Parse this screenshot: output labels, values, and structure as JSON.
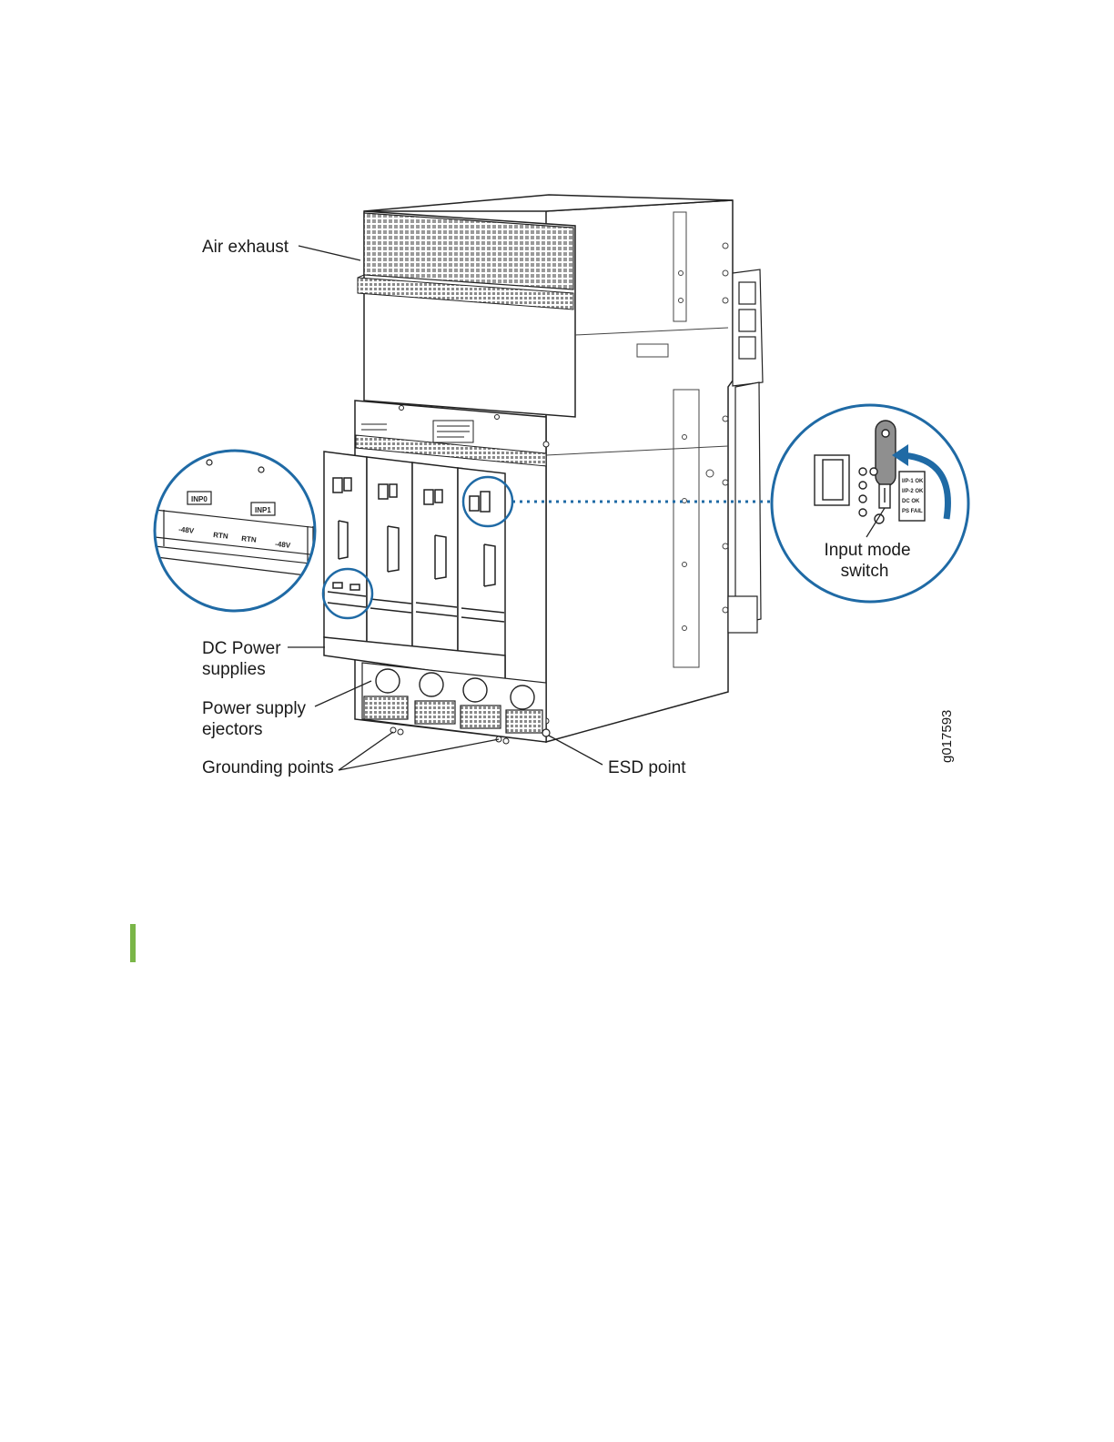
{
  "diagram": {
    "callouts": {
      "air_exhaust": "Air exhaust",
      "dc_power_line1": "DC Power",
      "dc_power_line2": "supplies",
      "ejectors_line1": "Power supply",
      "ejectors_line2": "ejectors",
      "grounding": "Grounding points",
      "esd": "ESD point",
      "input_mode_line1": "Input mode",
      "input_mode_line2": "switch"
    },
    "left_detail": {
      "inp0": "INP0",
      "inp1": "INP1",
      "terminal_labels": [
        "-48V",
        "RTN",
        "RTN",
        "-48V"
      ]
    },
    "right_detail": {
      "led_labels": [
        "I/P-1 OK",
        "I/P-2 OK",
        "DC OK",
        "PS FAIL"
      ]
    },
    "figure_id": "g017593"
  },
  "colors": {
    "callout_circle": "#1f6aa5",
    "note_bar": "#7ab648",
    "line_art": "#222222"
  }
}
